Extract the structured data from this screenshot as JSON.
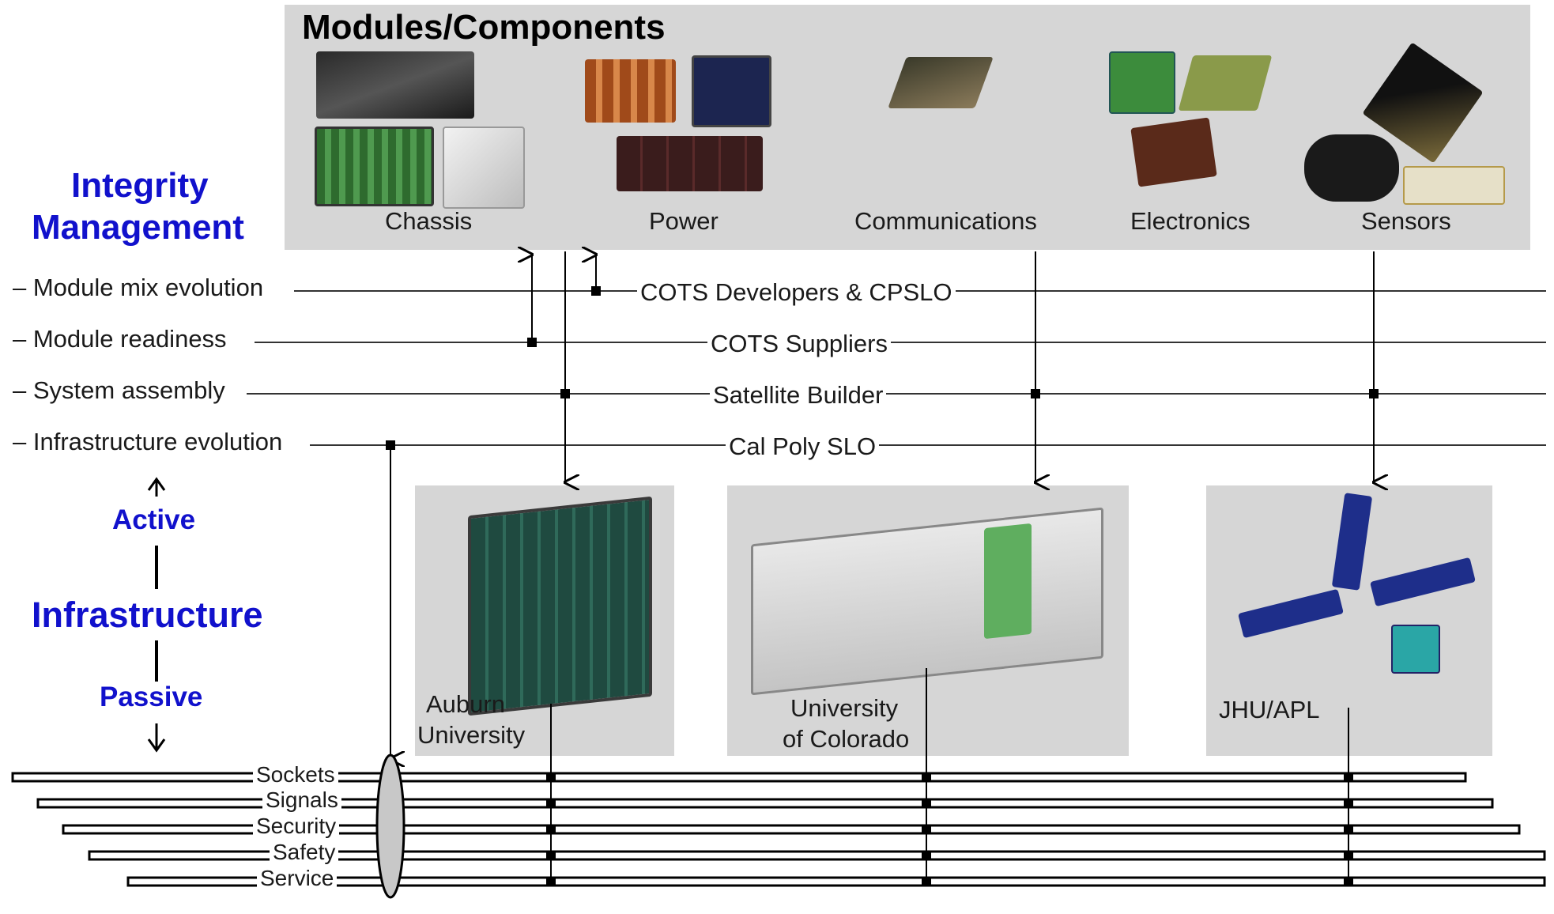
{
  "modules": {
    "title": "Modules/Components",
    "labels": [
      "Chassis",
      "Power",
      "Communications",
      "Electronics",
      "Sensors"
    ]
  },
  "integrity": {
    "heading_line1": "Integrity",
    "heading_line2": "Management",
    "items": [
      "– Module mix evolution",
      "– Module readiness",
      "– System assembly",
      "– Infrastructure evolution"
    ]
  },
  "roles": [
    "COTS Developers & CPSLO",
    "COTS Suppliers",
    "Satellite Builder",
    "Cal Poly SLO"
  ],
  "infrastructure": {
    "active": "Active",
    "title": "Infrastructure",
    "passive": "Passive"
  },
  "builders": [
    "Auburn University",
    "University of Colorado",
    "JHU/APL"
  ],
  "builder_lines": {
    "auburn": [
      "Auburn",
      "University"
    ],
    "colorado": [
      "University",
      "of Colorado"
    ],
    "jhu": [
      "JHU/APL"
    ]
  },
  "buses": [
    "Sockets",
    "Signals",
    "Security",
    "Safety",
    "Service"
  ],
  "colors": {
    "accent": "#1111cc",
    "panel": "#d6d6d6"
  }
}
